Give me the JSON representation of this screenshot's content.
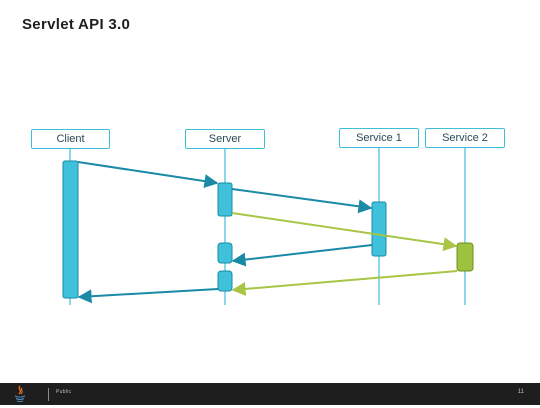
{
  "slide": {
    "title": "Servlet API 3.0"
  },
  "lifelines": {
    "client": "Client",
    "server": "Server",
    "service1": "Service 1",
    "service2": "Service 2"
  },
  "colors": {
    "lifeline": "#3ec0da",
    "activation": "#3fc1dc",
    "arrow_primary": "#1a8aa6",
    "arrow_secondary": "#a8c545",
    "service2_activation": "#9dc23d"
  },
  "footer": {
    "classification": "Public",
    "page_number": "11",
    "logo_icon": "java-logo-icon"
  }
}
